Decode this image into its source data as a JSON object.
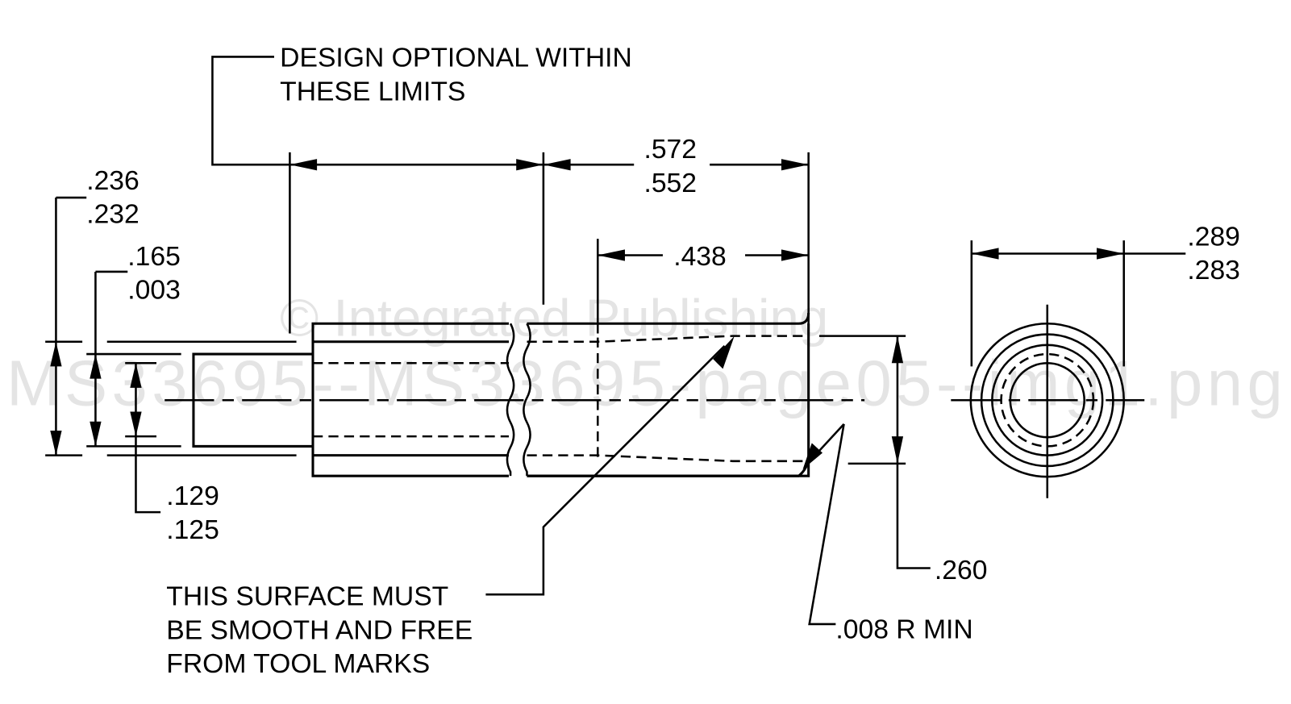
{
  "watermark": {
    "line1": "© Integrated Publishing",
    "line2": "MS33695--MS33695-page05--img1.png"
  },
  "notes": {
    "design_optional_1": "DESIGN OPTIONAL WITHIN",
    "design_optional_2": "THESE LIMITS",
    "surface_1": "THIS SURFACE MUST",
    "surface_2": "BE SMOOTH AND FREE",
    "surface_3": "FROM TOOL MARKS"
  },
  "dimensions": {
    "outer_dia_max": ".236",
    "outer_dia_min": ".232",
    "stub_max": ".165",
    "stub_min": ".003",
    "bore_max": ".129",
    "bore_min": ".125",
    "length_max": ".572",
    "length_min": ".552",
    "taper_length": ".438",
    "mouth_dia": ".260",
    "radius": ".008  R  MIN",
    "end_dia_max": ".289",
    "end_dia_min": ".283"
  }
}
